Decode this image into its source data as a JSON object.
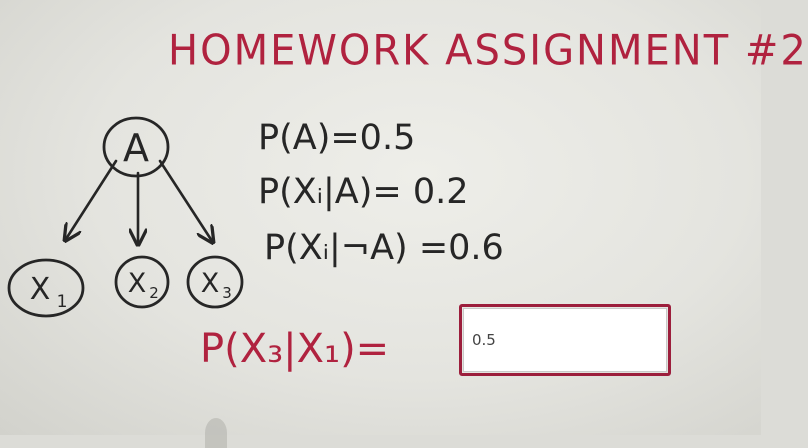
{
  "title": "HOMEWORK ASSIGNMENT #2",
  "network": {
    "nodes": [
      {
        "id": "A",
        "label": "A"
      },
      {
        "id": "X1",
        "label": "X",
        "sub": "1"
      },
      {
        "id": "X2",
        "label": "X",
        "sub": "2"
      },
      {
        "id": "X3",
        "label": "X",
        "sub": "3"
      }
    ],
    "edges": [
      [
        "A",
        "X1"
      ],
      [
        "A",
        "X2"
      ],
      [
        "A",
        "X3"
      ]
    ]
  },
  "equations": [
    "P(A)=0.5",
    "P(Xᵢ|A)= 0.2",
    "P(Xᵢ|¬A) =0.6"
  ],
  "question": "P(X₃|X₁)=",
  "answer": {
    "value": "0.5"
  },
  "colors": {
    "marker_red": "#b0223f",
    "marker_black": "#262626",
    "answer_border": "#9c1e3c"
  }
}
